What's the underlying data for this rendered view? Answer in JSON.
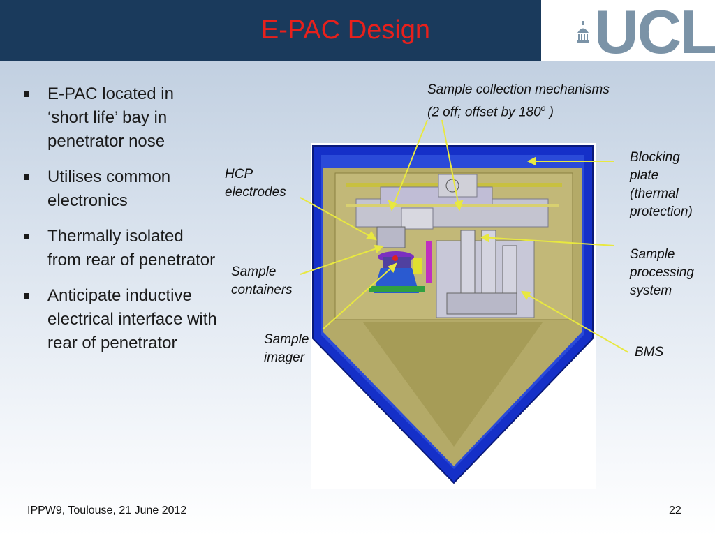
{
  "slide": {
    "title": "E-PAC Design",
    "logo_text": "UCL",
    "bullets": [
      "E-PAC located in ‘short life’ bay in penetrator nose",
      "Utilises common electronics",
      "Thermally isolated from rear of penetrator",
      "Anticipate inductive electrical interface with rear of penetrator"
    ],
    "labels": {
      "sample_collection_line1": "Sample collection mechanisms",
      "sample_collection_line2": "(2 off; offset by 180",
      "sample_collection_sup": "o",
      "sample_collection_end": " )",
      "hcp_electrodes_1": "HCP",
      "hcp_electrodes_2": "electrodes",
      "sample_containers_1": "Sample",
      "sample_containers_2": "containers",
      "sample_imager_1": "Sample",
      "sample_imager_2": "imager",
      "blocking_plate_1": "Blocking",
      "blocking_plate_2": "plate",
      "blocking_plate_3": "(thermal",
      "blocking_plate_4": "protection)",
      "sample_processing_1": "Sample",
      "sample_processing_2": "processing",
      "sample_processing_3": "system",
      "bms": "BMS"
    },
    "footer_left": "IPPW9, Toulouse, 21 June 2012",
    "page_number": "22"
  },
  "colors": {
    "header": "#1a3a5c",
    "title": "#e8201c",
    "logo": "#7b93a7",
    "shell_blue": "#1530c8",
    "interior": "#b4aa68",
    "arrow": "#e8e840"
  }
}
